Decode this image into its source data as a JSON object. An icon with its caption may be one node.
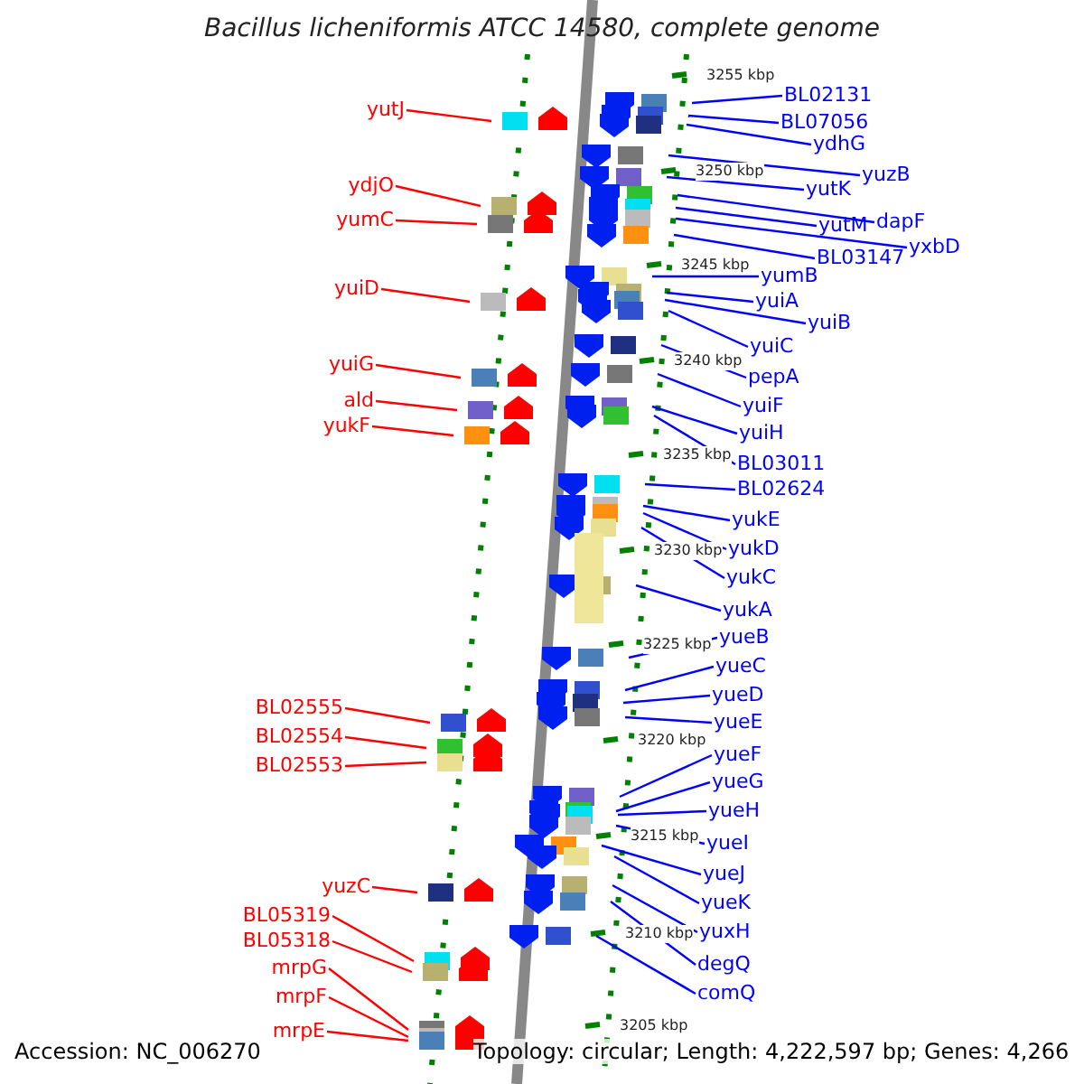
{
  "diagram": {
    "title": "Bacillus licheniformis ATCC 14580, complete genome",
    "nodes": [
      {
        "text": [
          "yutJ"
        ]
      },
      {
        "text": [
          "ydjO"
        ]
      },
      {
        "text": [
          "yumC"
        ]
      },
      {
        "text": [
          "yuiD"
        ]
      },
      {
        "text": [
          "yuiG"
        ]
      },
      {
        "text": [
          "ald"
        ]
      },
      {
        "text": [
          "yukF"
        ]
      },
      {
        "text": [
          "BL02555"
        ]
      },
      {
        "text": [
          "BL02554"
        ]
      },
      {
        "text": [
          "BL02553"
        ]
      },
      {
        "text": [
          "yuzC"
        ]
      },
      {
        "text": [
          "BL05319"
        ]
      },
      {
        "text": [
          "BL05318"
        ]
      },
      {
        "text": [
          "mrpG"
        ]
      },
      {
        "text": [
          "mrpF"
        ]
      },
      {
        "text": [
          "mrpE"
        ]
      },
      {
        "text": [
          "BL02131"
        ]
      },
      {
        "text": [
          "BL07056"
        ]
      },
      {
        "text": [
          "ydhG"
        ]
      },
      {
        "text": [
          "yuzB"
        ]
      },
      {
        "text": [
          "yutK"
        ]
      },
      {
        "text": [
          "dapF"
        ]
      },
      {
        "text": [
          "yutM"
        ]
      },
      {
        "text": [
          "yxbD"
        ]
      },
      {
        "text": [
          "BL03147"
        ]
      },
      {
        "text": [
          "yumB"
        ]
      },
      {
        "text": [
          "yuiA"
        ]
      },
      {
        "text": [
          "yuiB"
        ]
      },
      {
        "text": [
          "yuiC"
        ]
      },
      {
        "text": [
          "pepA"
        ]
      },
      {
        "text": [
          "yuiF"
        ]
      },
      {
        "text": [
          "yuiH"
        ]
      },
      {
        "text": [
          "BL03011"
        ]
      },
      {
        "text": [
          "BL02624"
        ]
      },
      {
        "text": [
          "yukE"
        ]
      },
      {
        "text": [
          "yukD"
        ]
      },
      {
        "text": [
          "yukC"
        ]
      },
      {
        "text": [
          "yukA"
        ]
      },
      {
        "text": [
          "yueB"
        ]
      },
      {
        "text": [
          "yueC"
        ]
      },
      {
        "text": [
          "yueD"
        ]
      },
      {
        "text": [
          "yueE"
        ]
      },
      {
        "text": [
          "yueF"
        ]
      },
      {
        "text": [
          "yueG"
        ]
      },
      {
        "text": [
          "yueH"
        ]
      },
      {
        "text": [
          "yueI"
        ]
      },
      {
        "text": [
          "yueJ"
        ]
      },
      {
        "text": [
          "yueK"
        ]
      },
      {
        "text": [
          "yuxH"
        ]
      },
      {
        "text": [
          "degQ"
        ]
      },
      {
        "text": [
          "comQ"
        ]
      }
    ],
    "edges": [
      {
        "from": 0,
        "to": null,
        "arrow": "none",
        "color": "#ff0000"
      },
      {
        "from": 1,
        "to": null,
        "arrow": "none",
        "color": "#ff0000"
      },
      {
        "from": 2,
        "to": null,
        "arrow": "none",
        "color": "#ff0000"
      },
      {
        "from": 3,
        "to": null,
        "arrow": "none",
        "color": "#ff0000"
      },
      {
        "from": 4,
        "to": null,
        "arrow": "none",
        "color": "#ff0000"
      },
      {
        "from": 5,
        "to": null,
        "arrow": "none",
        "color": "#ff0000"
      },
      {
        "from": 6,
        "to": null,
        "arrow": "none",
        "color": "#ff0000"
      },
      {
        "from": 7,
        "to": null,
        "arrow": "none",
        "color": "#ff0000"
      },
      {
        "from": 8,
        "to": null,
        "arrow": "none",
        "color": "#ff0000"
      },
      {
        "from": 9,
        "to": null,
        "arrow": "none",
        "color": "#ff0000"
      },
      {
        "from": 10,
        "to": null,
        "arrow": "none",
        "color": "#ff0000"
      },
      {
        "from": 11,
        "to": null,
        "arrow": "none",
        "color": "#ff0000"
      },
      {
        "from": 12,
        "to": null,
        "arrow": "none",
        "color": "#ff0000"
      },
      {
        "from": 13,
        "to": null,
        "arrow": "none",
        "color": "#ff0000"
      },
      {
        "from": 14,
        "to": null,
        "arrow": "none",
        "color": "#ff0000"
      },
      {
        "from": 15,
        "to": null,
        "arrow": "none",
        "color": "#ff0000"
      },
      {
        "from": 16,
        "to": null,
        "arrow": "none"
      },
      {
        "from": 17,
        "to": null,
        "arrow": "none"
      },
      {
        "from": 18,
        "to": null,
        "arrow": "none"
      },
      {
        "from": 19,
        "to": null,
        "arrow": "none"
      },
      {
        "from": 20,
        "to": null,
        "arrow": "none"
      },
      {
        "from": 21,
        "to": null,
        "arrow": "none"
      },
      {
        "from": 22,
        "to": null,
        "arrow": "none"
      },
      {
        "from": 23,
        "to": null,
        "arrow": "none"
      },
      {
        "from": 24,
        "to": null,
        "arrow": "none"
      },
      {
        "from": 25,
        "to": null,
        "arrow": "none"
      },
      {
        "from": 26,
        "to": null,
        "arrow": "none"
      },
      {
        "from": 27,
        "to": null,
        "arrow": "none"
      },
      {
        "from": 28,
        "to": null,
        "arrow": "none"
      },
      {
        "from": 29,
        "to": null,
        "arrow": "none"
      },
      {
        "from": 30,
        "to": null,
        "arrow": "none"
      },
      {
        "from": 31,
        "to": null,
        "arrow": "none"
      },
      {
        "from": 32,
        "to": null,
        "arrow": "none"
      },
      {
        "from": 33,
        "to": null,
        "arrow": "none"
      },
      {
        "from": 34,
        "to": null,
        "arrow": "none"
      },
      {
        "from": 35,
        "to": null,
        "arrow": "none"
      },
      {
        "from": 36,
        "to": null,
        "arrow": "none"
      },
      {
        "from": 37,
        "to": null,
        "arrow": "none"
      },
      {
        "from": 38,
        "to": null,
        "arrow": "none"
      },
      {
        "from": 39,
        "to": null,
        "arrow": "none"
      },
      {
        "from": 40,
        "to": null,
        "arrow": "none"
      },
      {
        "from": 41,
        "to": null,
        "arrow": "none"
      },
      {
        "from": 42,
        "to": null,
        "arrow": "none"
      },
      {
        "from": 43,
        "to": null,
        "arrow": "none"
      },
      {
        "from": 44,
        "to": null,
        "arrow": "none"
      },
      {
        "from": 45,
        "to": null,
        "arrow": "none"
      },
      {
        "from": 46,
        "to": null,
        "arrow": "none"
      },
      {
        "from": 47,
        "to": null,
        "arrow": "none"
      },
      {
        "from": 48,
        "to": null,
        "arrow": "none"
      },
      {
        "from": 49,
        "to": null,
        "arrow": "none"
      },
      {
        "from": 50,
        "to": null,
        "arrow": "none"
      }
    ],
    "labels": [
      "3255 kbp",
      "3250 kbp",
      "3245 kbp",
      "3240 kbp",
      "3235 kbp",
      "3230 kbp",
      "3225 kbp",
      "3220 kbp",
      "3215 kbp",
      "3210 kbp",
      "3205 kbp",
      "Accession: NC_006270",
      "Topology: circular; Length: 4,222,597 bp; Genes: 4,266"
    ]
  }
}
